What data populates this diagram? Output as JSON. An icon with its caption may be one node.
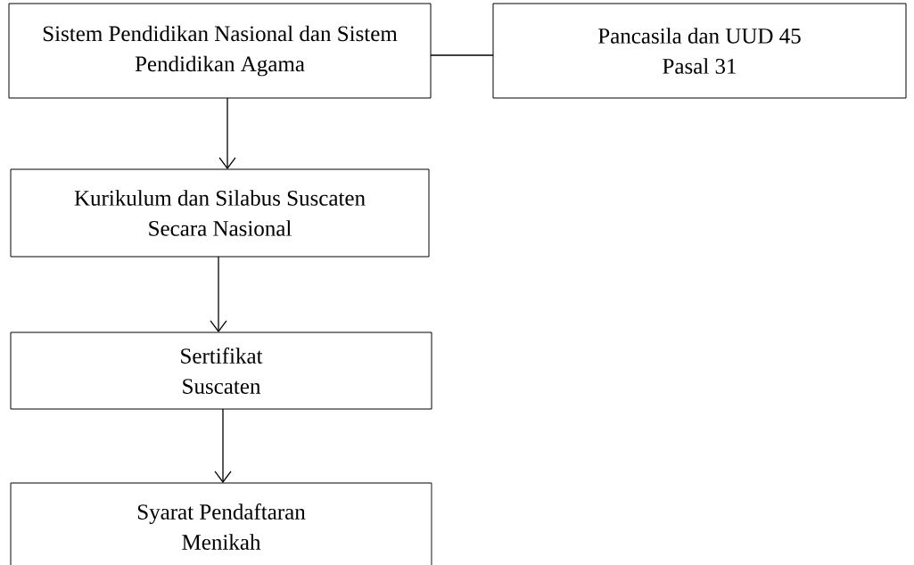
{
  "diagram": {
    "nodes": [
      {
        "text": [
          "Sistem Pendidikan Nasional dan Sistem Pendidikan Agama"
        ]
      },
      {
        "text": [
          "Pancasila dan UUD 45 Pasal 31"
        ]
      },
      {
        "text": [
          "Kurikulum dan Silabus Suscaten Secara Nasional"
        ]
      },
      {
        "text": [
          "Sertifikat Suscaten"
        ]
      },
      {
        "text": [
          "Syarat Pendaftaran Menikah"
        ]
      }
    ],
    "edges": [
      {
        "from": 0,
        "to": 1,
        "arrow": "none"
      },
      {
        "from": 0,
        "to": 2,
        "arrow": "to"
      },
      {
        "from": 2,
        "to": 3,
        "arrow": "to"
      },
      {
        "from": 3,
        "to": 4,
        "arrow": "to"
      }
    ]
  }
}
